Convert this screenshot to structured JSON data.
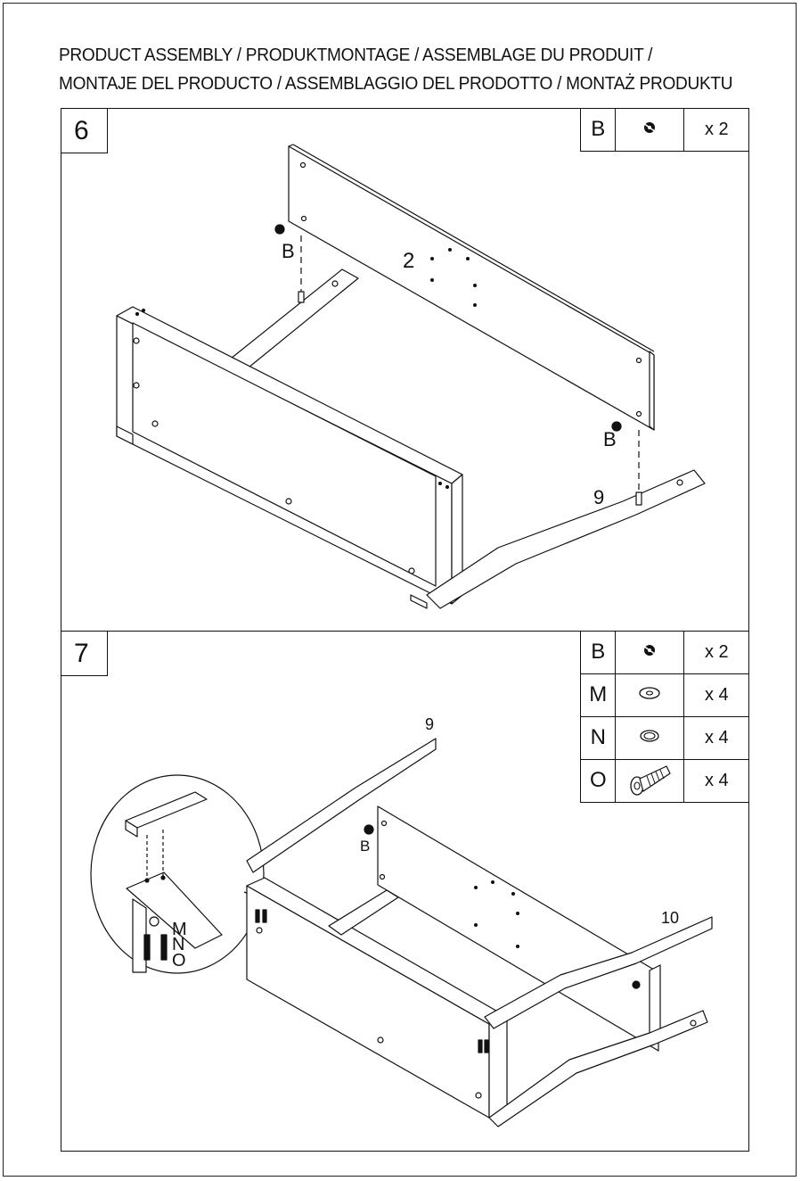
{
  "header": {
    "line1": "PRODUCT ASSEMBLY / PRODUKTMONTAGE / ASSEMBLAGE DU PRODUIT /",
    "line2": "MONTAJE DEL PRODUCTO / ASSEMBLAGGIO DEL PRODOTTO / MONTAŻ PRODUKTU"
  },
  "step6": {
    "number": "6",
    "parts": [
      {
        "letter": "B",
        "icon": "cam-lock-icon",
        "qty": "x 2"
      }
    ],
    "callouts": {
      "panel": "2",
      "cam_left": "B",
      "cam_right": "B",
      "rail": "9"
    }
  },
  "step7": {
    "number": "7",
    "parts": [
      {
        "letter": "B",
        "icon": "cam-lock-icon",
        "qty": "x 2"
      },
      {
        "letter": "M",
        "icon": "flat-washer-icon",
        "qty": "x 4"
      },
      {
        "letter": "N",
        "icon": "spring-washer-icon",
        "qty": "x 4"
      },
      {
        "letter": "O",
        "icon": "bolt-icon",
        "qty": "x 4"
      }
    ],
    "callouts": {
      "rail_left": "9",
      "rail_right": "10",
      "cam": "B",
      "detail_m": "M",
      "detail_n": "N",
      "detail_o": "O"
    }
  }
}
